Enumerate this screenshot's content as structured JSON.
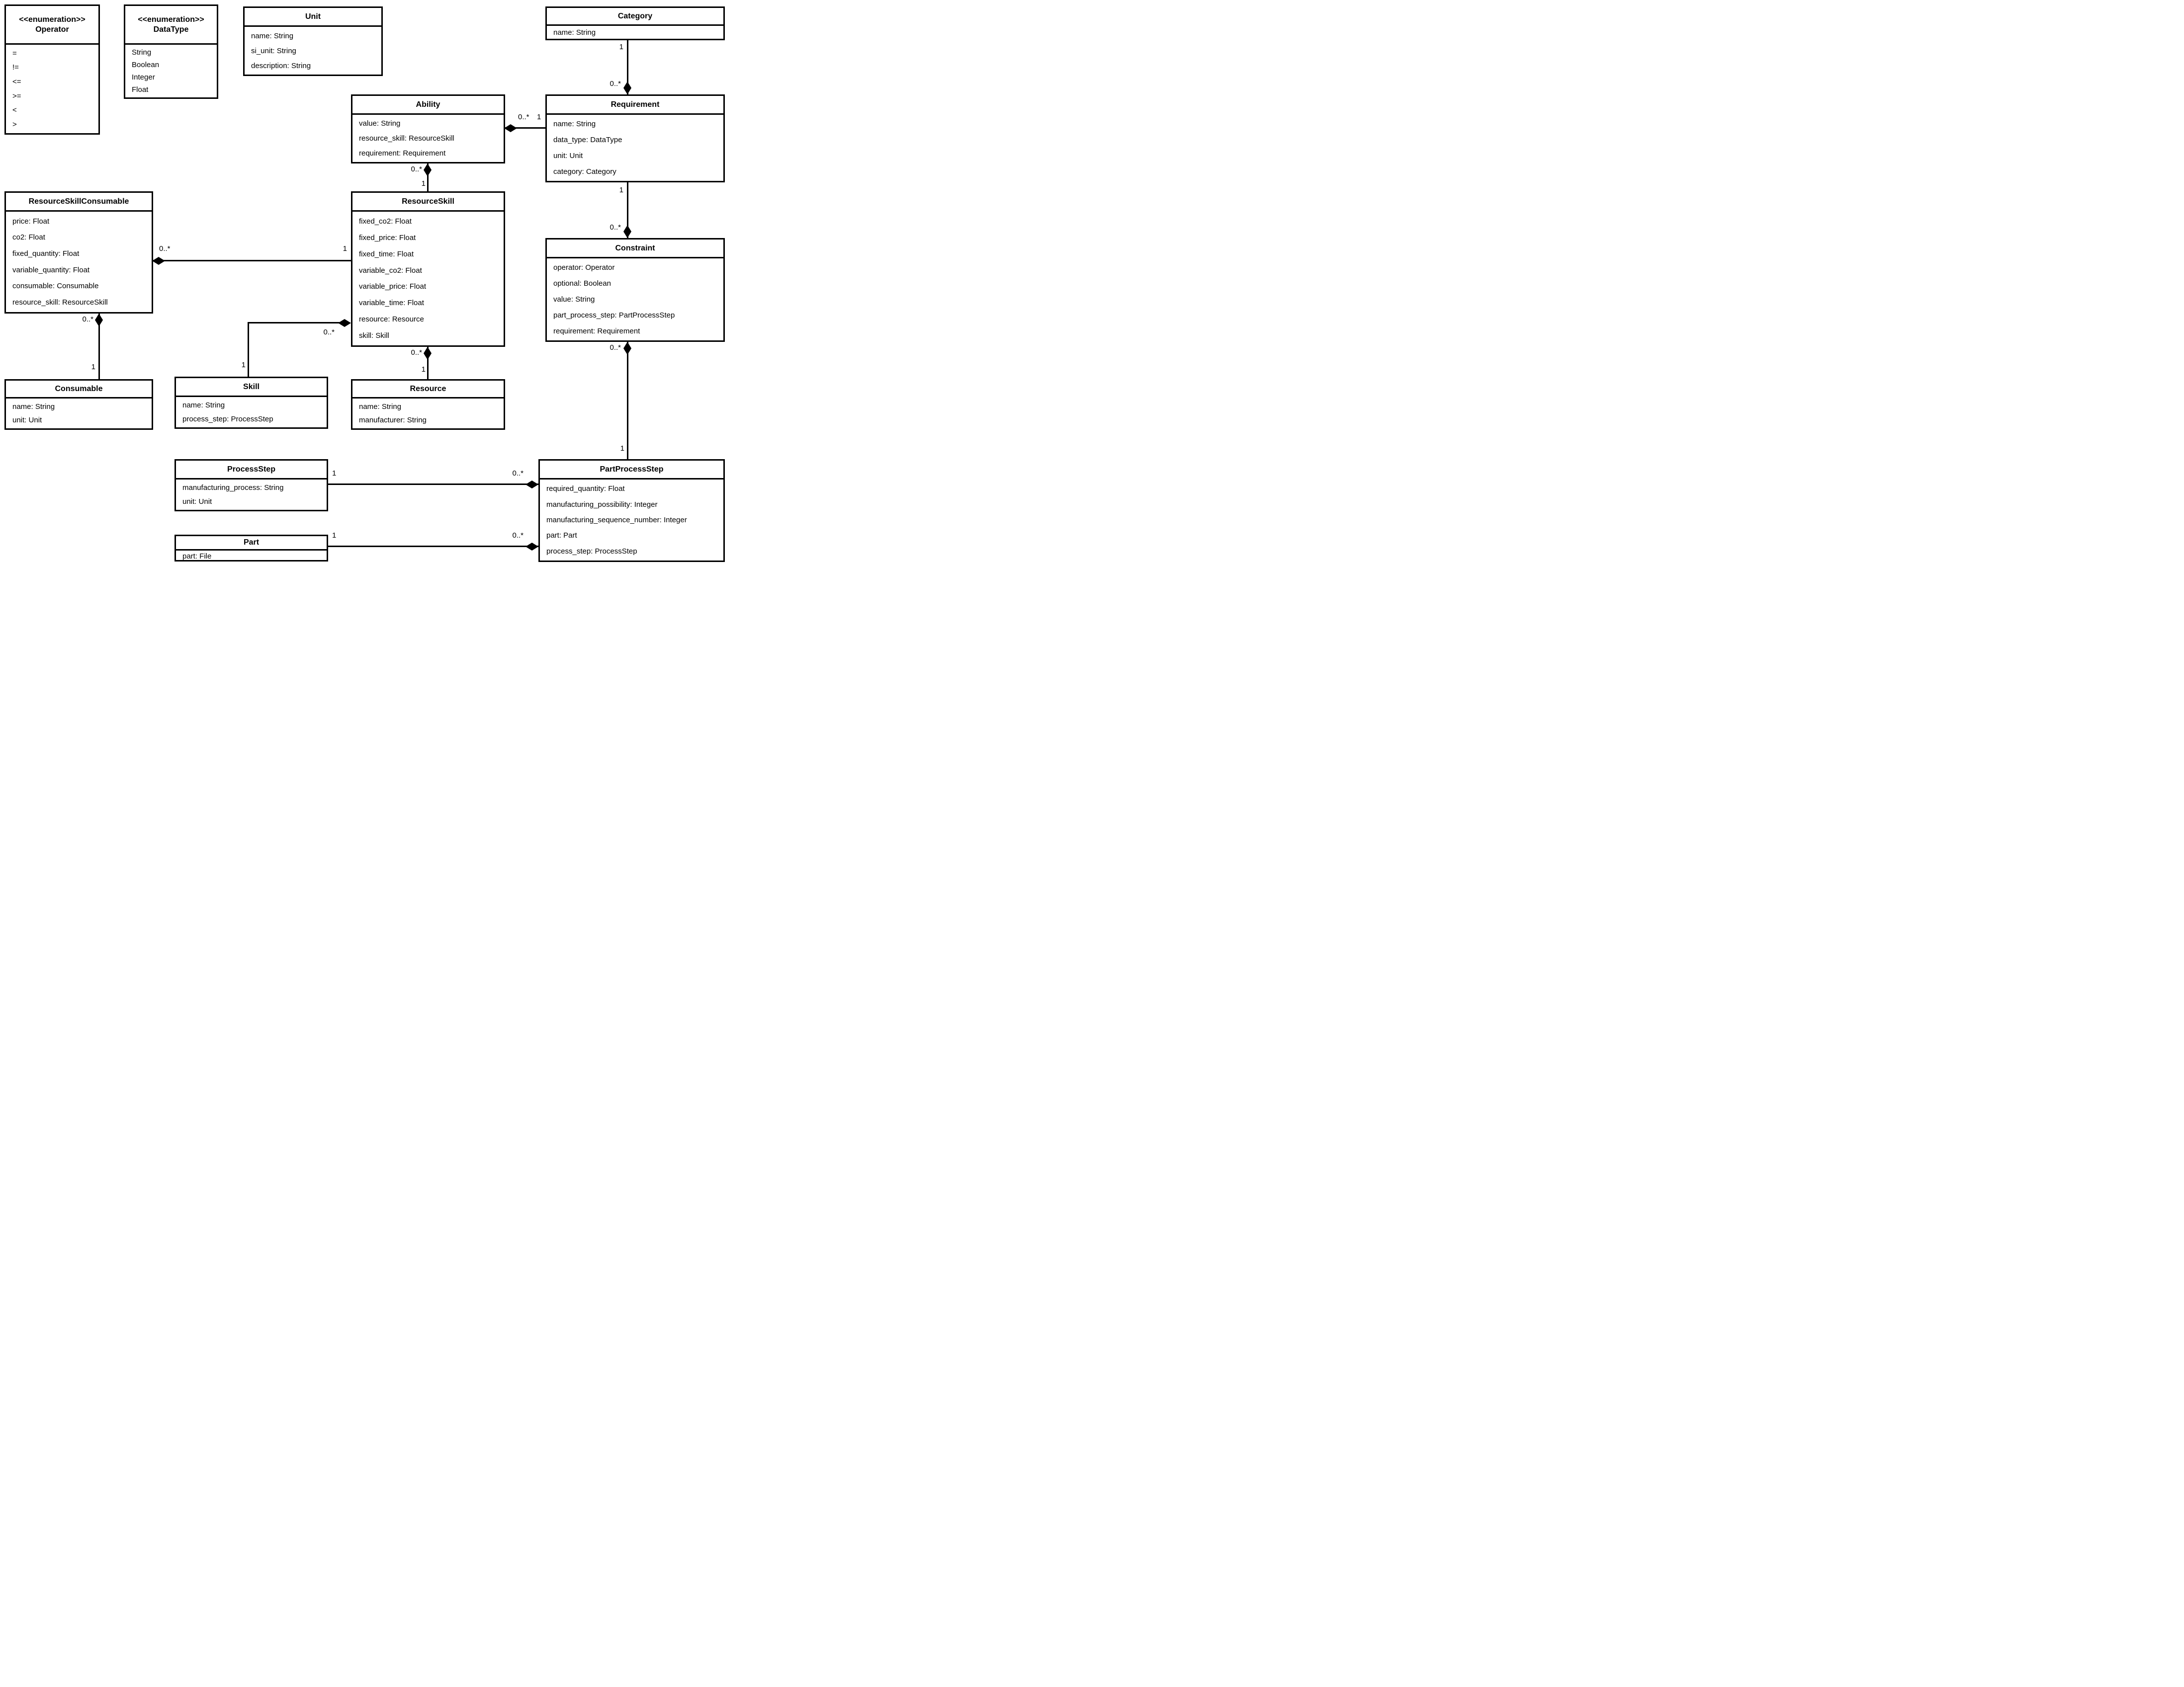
{
  "diagram": {
    "type": "uml-class-diagram",
    "background_color": "#ffffff",
    "line_color": "#000000"
  },
  "classes": {
    "operator": {
      "stereotype": "<<enumeration>>",
      "title": "Operator",
      "attrs": [
        "=",
        "!=",
        "<=",
        ">=",
        "<",
        ">"
      ]
    },
    "datatype": {
      "stereotype": "<<enumeration>>",
      "title": "DataType",
      "attrs": [
        "String",
        "Boolean",
        "Integer",
        "Float"
      ]
    },
    "unit": {
      "title": "Unit",
      "attrs": [
        "name: String",
        "si_unit: String",
        "description: String"
      ]
    },
    "category": {
      "title": "Category",
      "attrs": [
        "name: String"
      ]
    },
    "ability": {
      "title": "Ability",
      "attrs": [
        "value: String",
        "resource_skill: ResourceSkill",
        "requirement: Requirement"
      ]
    },
    "requirement": {
      "title": "Requirement",
      "attrs": [
        "name: String",
        "data_type: DataType",
        "unit: Unit",
        "category: Category"
      ]
    },
    "resource_skill_consumable": {
      "title": "ResourceSkillConsumable",
      "attrs": [
        "price: Float",
        "co2: Float",
        "fixed_quantity: Float",
        "variable_quantity: Float",
        "consumable: Consumable",
        "resource_skill: ResourceSkill"
      ]
    },
    "resource_skill": {
      "title": "ResourceSkill",
      "attrs": [
        "fixed_co2: Float",
        "fixed_price: Float",
        "fixed_time: Float",
        "variable_co2: Float",
        "variable_price: Float",
        "variable_time: Float",
        "resource: Resource",
        "skill: Skill"
      ]
    },
    "constraint": {
      "title": "Constraint",
      "attrs": [
        "operator: Operator",
        "optional: Boolean",
        "value: String",
        "part_process_step: PartProcessStep",
        "requirement: Requirement"
      ]
    },
    "consumable": {
      "title": "Consumable",
      "attrs": [
        "name: String",
        "unit: Unit"
      ]
    },
    "skill": {
      "title": "Skill",
      "attrs": [
        "name: String",
        "process_step: ProcessStep"
      ]
    },
    "resource": {
      "title": "Resource",
      "attrs": [
        "name: String",
        "manufacturer: String"
      ]
    },
    "process_step": {
      "title": "ProcessStep",
      "attrs": [
        "manufacturing_process: String",
        "unit: Unit"
      ]
    },
    "part_process_step": {
      "title": "PartProcessStep",
      "attrs": [
        "required_quantity: Float",
        "manufacturing_possibility: Integer",
        "manufacturing_sequence_number: Integer",
        "part: Part",
        "process_step: ProcessStep"
      ]
    },
    "part": {
      "title": "Part",
      "attrs": [
        "part: File"
      ]
    }
  },
  "relations": {
    "category_requirement": {
      "one": "1",
      "many": "0..*"
    },
    "requirement_ability": {
      "one": "1",
      "many": "0..*"
    },
    "resourceskill_ability": {
      "one": "1",
      "many": "0..*"
    },
    "resourceskill_rsconsumable": {
      "one": "1",
      "many": "0..*"
    },
    "consumable_rsconsumable": {
      "one": "1",
      "many": "0..*"
    },
    "skill_resourceskill": {
      "one": "1",
      "many": "0..*"
    },
    "resource_resourceskill": {
      "one": "1",
      "many": "0..*"
    },
    "requirement_constraint": {
      "one": "1",
      "many": "0..*"
    },
    "partprocessstep_constraint": {
      "one": "1",
      "many": "0..*"
    },
    "processstep_partprocessstep": {
      "one": "1",
      "many": "0..*"
    },
    "part_partprocessstep": {
      "one": "1",
      "many": "0..*"
    }
  }
}
